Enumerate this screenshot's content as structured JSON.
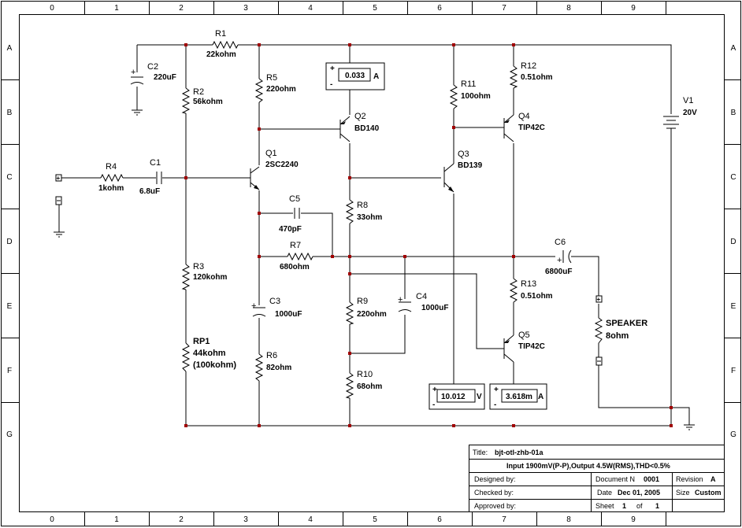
{
  "grid": {
    "columns": [
      "0",
      "1",
      "2",
      "3",
      "4",
      "5",
      "6",
      "7",
      "8",
      "9"
    ],
    "rows": [
      "A",
      "B",
      "C",
      "D",
      "E",
      "F",
      "G"
    ]
  },
  "components": {
    "R1": {
      "ref": "R1",
      "value": "22kohm"
    },
    "R2": {
      "ref": "R2",
      "value": "56kohm"
    },
    "R3": {
      "ref": "R3",
      "value": "120kohm"
    },
    "R4": {
      "ref": "R4",
      "value": "1kohm"
    },
    "R5": {
      "ref": "R5",
      "value": "220ohm"
    },
    "R6": {
      "ref": "R6",
      "value": "82ohm"
    },
    "R7": {
      "ref": "R7",
      "value": "680ohm"
    },
    "R8": {
      "ref": "R8",
      "value": "33ohm"
    },
    "R9": {
      "ref": "R9",
      "value": "220ohm"
    },
    "R10": {
      "ref": "R10",
      "value": "68ohm"
    },
    "R11": {
      "ref": "R11",
      "value": "100ohm"
    },
    "R12": {
      "ref": "R12",
      "value": "0.51ohm"
    },
    "R13": {
      "ref": "R13",
      "value": "0.51ohm"
    },
    "RP1": {
      "ref": "RP1",
      "value": "44kohm",
      "value2": "(100kohm)"
    },
    "C1": {
      "ref": "C1",
      "value": "6.8uF"
    },
    "C2": {
      "ref": "C2",
      "value": "220uF"
    },
    "C3": {
      "ref": "C3",
      "value": "1000uF"
    },
    "C4": {
      "ref": "C4",
      "value": "1000uF"
    },
    "C5": {
      "ref": "C5",
      "value": "470pF"
    },
    "C6": {
      "ref": "C6",
      "value": "6800uF"
    },
    "Q1": {
      "ref": "Q1",
      "value": "2SC2240"
    },
    "Q2": {
      "ref": "Q2",
      "value": "BD140"
    },
    "Q3": {
      "ref": "Q3",
      "value": "BD139"
    },
    "Q4": {
      "ref": "Q4",
      "value": "TIP42C"
    },
    "Q5": {
      "ref": "Q5",
      "value": "TIP42C"
    },
    "V1": {
      "ref": "V1",
      "value": "20V"
    },
    "SPK": {
      "ref": "SPEAKER",
      "value": "8ohm"
    }
  },
  "meters": {
    "ammeter1": {
      "reading": "0.033",
      "unit": "A",
      "plus": "+",
      "minus": "-"
    },
    "voltmeter": {
      "reading": "10.012",
      "unit": "V",
      "plus": "+",
      "minus": "-"
    },
    "ammeter2": {
      "reading": "3.618m",
      "unit": "A",
      "plus": "+",
      "minus": "-"
    }
  },
  "title_block": {
    "title_label": "Title:",
    "title": "bjt-otl-zhb-01a",
    "description": "Input 1900mV(P-P),Output 4.5W(RMS),THD<0.5%",
    "designed_by": "Designed by:",
    "checked_by": "Checked by:",
    "approved_by": "Approved by:",
    "document_label": "Document N",
    "document_no": "0001",
    "revision_label": "Revision",
    "revision": "A",
    "date_label": "Date",
    "date": "Dec 01, 2005",
    "size_label": "Size",
    "size": "Custom",
    "sheet_label": "Sheet",
    "sheet": "1",
    "of_label": "of",
    "sheet_total": "1"
  }
}
